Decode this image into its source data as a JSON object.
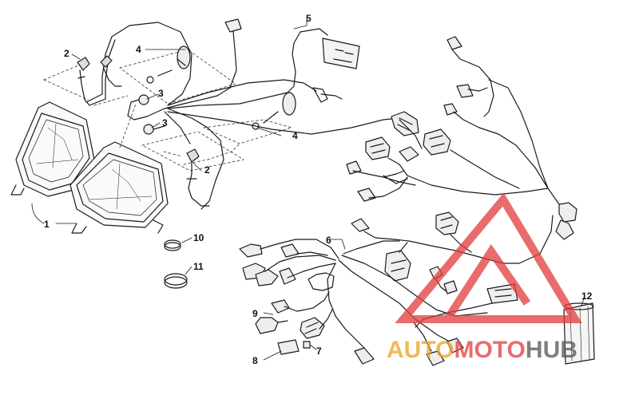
{
  "diagram": {
    "callouts": [
      {
        "id": "1",
        "text": "1"
      },
      {
        "id": "2a",
        "text": "2"
      },
      {
        "id": "2b",
        "text": "2"
      },
      {
        "id": "3a",
        "text": "3"
      },
      {
        "id": "3b",
        "text": "3"
      },
      {
        "id": "4a",
        "text": "4"
      },
      {
        "id": "4b",
        "text": "4"
      },
      {
        "id": "5",
        "text": "5"
      },
      {
        "id": "6",
        "text": "6"
      },
      {
        "id": "7",
        "text": "7"
      },
      {
        "id": "8",
        "text": "8"
      },
      {
        "id": "9",
        "text": "9"
      },
      {
        "id": "10",
        "text": "10"
      },
      {
        "id": "11",
        "text": "11"
      },
      {
        "id": "12",
        "text": "12"
      }
    ]
  },
  "watermark": {
    "word_part1": "AUTO",
    "word_part2": "MOTO",
    "word_part3": "HUB",
    "color_red": "#e23b3b",
    "color_orange": "#f0a020",
    "color_gray": "#555555"
  }
}
